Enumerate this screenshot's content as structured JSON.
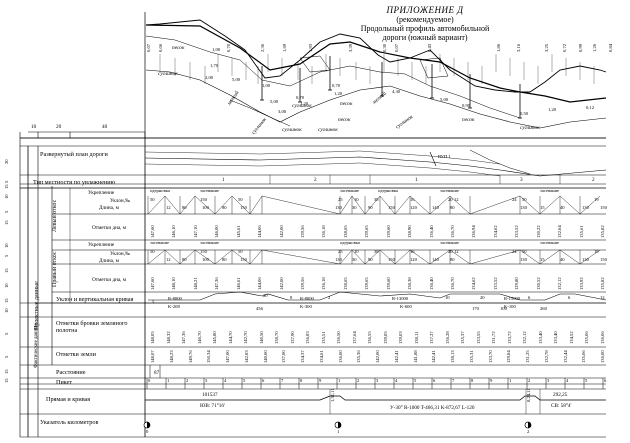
{
  "title": {
    "appendix": "ПРИЛОЖЕНИЕ Д",
    "recommended": "(рекомендуемое)",
    "line1": "Продольный профиль автомобильной",
    "line2": "дороги (южный вариант)"
  },
  "column_widths": [
    "10",
    "20",
    "40"
  ],
  "row_heights": [
    "20",
    "5",
    "15",
    "10",
    "5",
    "15",
    "10",
    "5",
    "15",
    "10",
    "15",
    "10",
    "5",
    "5",
    "15",
    "15"
  ],
  "side_groups": {
    "design": "Проектные данные",
    "left_slope": "Левый откос",
    "right_slope": "Правый откос",
    "actual": "Фактические данные"
  },
  "rows": {
    "plan": "Развернутый план дороги",
    "terrain": "Тип местности по увлажнению",
    "strengthening_l": "Укрепление",
    "slope_l": "Уклон,‰",
    "length_l": "Длина, м",
    "ditch_l": "Отметки дна, м",
    "strengthening_r": "Укрепление",
    "slope_r": "Уклон,‰",
    "length_r": "Длина, м",
    "ditch_r": "Отметки дна, м",
    "grade": "Уклон и вертикальная кривая",
    "subgrade": "Отметки бровки земляного полотна",
    "ground": "Отметки земли",
    "distance": "Расстояние",
    "picket": "Пикет",
    "straight": "Прямая и кривая",
    "km": "Указатель километров"
  },
  "soils": [
    "песок",
    "суглинок",
    "мелкий",
    "суглинок",
    "песок",
    "песок",
    "суглинок",
    "мелкий",
    "суглинок",
    "песок",
    "суглинок",
    "суглинок",
    "суглинок"
  ],
  "terrain_types": [
    "1",
    "2",
    "1",
    "3",
    "2"
  ],
  "strengthening_types": [
    "одерновка",
    "засевание",
    "засевание",
    "одерновка",
    "засевание",
    "засевание",
    "засевание",
    "засевание"
  ],
  "vertical_curves": [
    "R-8000",
    "K-208",
    "R-8000",
    "K-300",
    "R-13000",
    "K-600",
    "R-15000",
    "K-100"
  ],
  "grades": [
    "5",
    "20",
    "8",
    "2",
    "10",
    "20",
    "6",
    "6",
    "12"
  ],
  "grade_lengths": [
    "456",
    "100",
    "170",
    "260"
  ],
  "distances": [
    "87"
  ],
  "pickets": [
    "0",
    "1",
    "2",
    "3",
    "4",
    "5",
    "6",
    "7",
    "8",
    "9",
    "1",
    "2",
    "3",
    "4",
    "5",
    "6",
    "7",
    "8",
    "9",
    "1",
    "2",
    "3",
    "4",
    "5",
    "6"
  ],
  "alignment": {
    "seg1_length": "101537",
    "seg1_bearing": "ЮВ: 71°16'",
    "curve": "У-30° R-1000  T-466,31  K-872,67  L-120",
    "seg2_length": "292,25",
    "seg2_bearing": "СВ: 58°4'",
    "mark1": "1,51,11",
    "mark2": "8,24,11"
  },
  "km_markers": [
    "0",
    "1",
    "2"
  ],
  "bridge": "ВУП 1",
  "top_labels": [
    "0,07",
    "0,06",
    "0,70",
    "2,36",
    "1,69",
    "1,93",
    "3,39",
    "0,30",
    "0,07",
    "0,43",
    "1,86",
    "3,16",
    "3,25",
    "0,72",
    "0,99",
    "1,26",
    "0,84"
  ],
  "depths": [
    "1,00",
    "1,70",
    "2,00",
    "5,00",
    "1,00",
    "5,00",
    "3,00",
    "0,70",
    "1,20",
    "0,70",
    "1,20",
    "4,30",
    "5,00",
    "0,90",
    "0,50",
    "1,20",
    "0,12"
  ],
  "ditch_l_values": [
    "147,60",
    "146,10",
    "147,10",
    "146,00",
    "145,61",
    "144,06",
    "142,00",
    "139,56",
    "136,18",
    "138,65",
    "139,65",
    "139,60",
    "138,90",
    "136,40",
    "136,70",
    "136,94",
    "134,62",
    "133,52",
    "130,22",
    "132,64",
    "135,61",
    "135,82"
  ],
  "ditch_r_values": [
    "147,60",
    "148,10",
    "148,21",
    "147,36",
    "146,61",
    "144,06",
    "142,00",
    "139,56",
    "136,18",
    "138,65",
    "139,65",
    "139,60",
    "138,38",
    "136,40",
    "136,70",
    "134,62",
    "133,52",
    "129,80",
    "130,52",
    "132,12",
    "133,92",
    "135,82"
  ],
  "subgrade_values": [
    "148,05",
    "148,32",
    "147,36",
    "146,70",
    "145,80",
    "144,70",
    "142,70",
    "140,50",
    "138,70",
    "137,90",
    "136,83",
    "135,51",
    "136,50",
    "137,64",
    "136,55",
    "139,05",
    "139,03",
    "138,11",
    "137,27",
    "136,28",
    "135,37",
    "133,55",
    "131,72",
    "133,72",
    "132,12",
    "133,40",
    "133,40",
    "134,52",
    "135,06",
    "136,06"
  ],
  "ground_values": [
    "148,07",
    "148,23",
    "149,76",
    "150,34",
    "147,00",
    "142,83",
    "140,00",
    "137,00",
    "134,37",
    "134,61",
    "136,00",
    "135,36",
    "142,00",
    "142,41",
    "141,88",
    "142,41",
    "138,13",
    "135,31",
    "133,70",
    "129,84",
    "131,25",
    "132,78",
    "132,44",
    "135,06",
    "136,00"
  ],
  "small_nums": [
    "50",
    "12",
    "80",
    "150",
    "100",
    "80",
    "50",
    "150",
    "130",
    "25",
    "30",
    "90",
    "150",
    "120",
    "140",
    "20",
    "80",
    "130",
    "50",
    "15",
    "40",
    "130",
    "150",
    "16",
    "10",
    "38",
    "24",
    "19",
    "12"
  ]
}
